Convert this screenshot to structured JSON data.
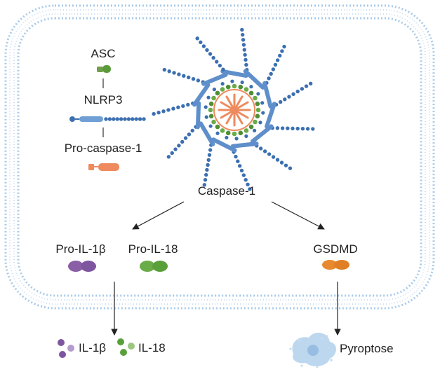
{
  "labels": {
    "asc": "ASC",
    "nlrp3": "NLRP3",
    "pro_caspase": "Pro-caspase-1",
    "caspase": "Caspase-1",
    "pro_il1b": "Pro-IL-1β",
    "pro_il18": "Pro-IL-18",
    "gsdmd": "GSDMD",
    "il1b": "IL-1β",
    "il18": "IL-18",
    "pyroptose": "Pyroptose"
  },
  "colors": {
    "membrane": "#a9cbe9",
    "asc_green": "#5b9a3b",
    "nlrp3_blue": "#3b6fb0",
    "nlrp3_light": "#6f9fd4",
    "caspase_orange": "#ee8a5e",
    "il1b_purple": "#8a5fa6",
    "il18_green": "#5aa03a",
    "gsdmd_orange": "#e8892f",
    "pyroptose_blue": "#a7c9ea",
    "arrow": "#222222"
  },
  "icons": {
    "inflammasome": "inflammasome-ring-icon",
    "pyroptotic_cell": "pyroptotic-cell-icon"
  }
}
